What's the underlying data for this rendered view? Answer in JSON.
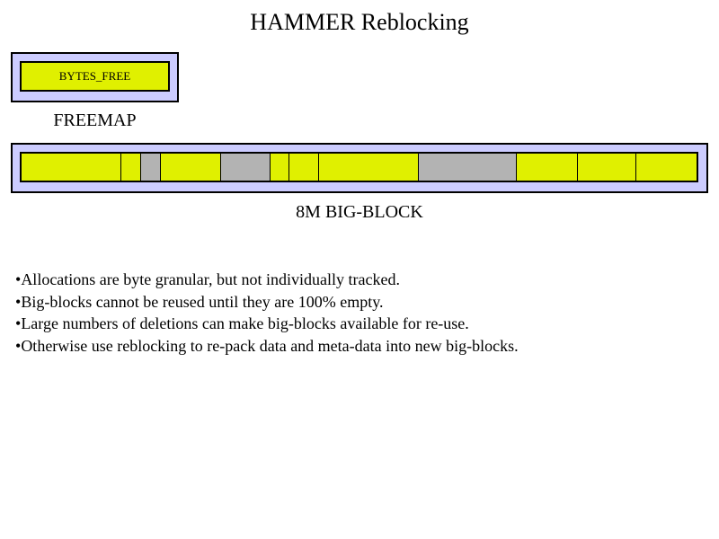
{
  "title": "HAMMER Reblocking",
  "colors": {
    "background": "#ffffff",
    "text": "#000000",
    "border": "#000000",
    "lavender": "#ccccff",
    "yellow": "#e0f000",
    "gray": "#b3b3b3"
  },
  "freemap": {
    "box_label": "BYTES_FREE",
    "caption": "FREEMAP"
  },
  "bigblock": {
    "caption": "8M BIG-BLOCK",
    "segments": [
      {
        "color": "yellow",
        "width": 111
      },
      {
        "color": "yellow",
        "width": 22
      },
      {
        "color": "gray",
        "width": 22
      },
      {
        "color": "yellow",
        "width": 67
      },
      {
        "color": "gray",
        "width": 55
      },
      {
        "color": "yellow",
        "width": 22
      },
      {
        "color": "yellow",
        "width": 33
      },
      {
        "color": "yellow",
        "width": 111
      },
      {
        "color": "gray",
        "width": 110
      },
      {
        "color": "yellow",
        "width": 68
      },
      {
        "color": "yellow",
        "width": 66
      },
      {
        "color": "yellow",
        "width": 68
      }
    ]
  },
  "bullet_char": "•",
  "bullets": [
    "Allocations are byte granular, but not individually tracked.",
    "Big-blocks cannot be reused until they are 100% empty.",
    "Large numbers of deletions can make big-blocks available for re-use.",
    "Otherwise use reblocking to re-pack data and meta-data into new big-blocks."
  ]
}
